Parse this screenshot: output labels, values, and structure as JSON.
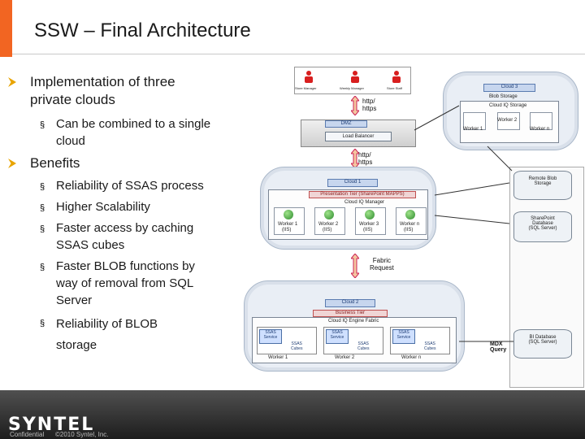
{
  "slide": {
    "title": "SSW – Final Architecture",
    "bullets": [
      {
        "text_line1": "Implementation of three",
        "text_line2": "private clouds",
        "sub": [
          {
            "line1": "Can be combined to a single",
            "line2": "cloud"
          }
        ]
      },
      {
        "text": "Benefits",
        "sub": [
          {
            "lines": [
              "Reliability of SSAS process"
            ]
          },
          {
            "lines": [
              "Higher Scalability"
            ]
          },
          {
            "lines": [
              "Faster access by caching",
              "SSAS cubes"
            ]
          },
          {
            "lines": [
              "Faster BLOB functions by",
              "way of removal from SQL",
              "Server"
            ]
          },
          {
            "lines": [
              "Reliability of BLOB",
              "storage"
            ]
          }
        ]
      }
    ]
  },
  "diagram": {
    "users": [
      "Store Manager",
      "Weekly Manager",
      "Store Staff"
    ],
    "http1": [
      "http/",
      "https"
    ],
    "http2": [
      "http/",
      "https"
    ],
    "dmz": "DMZ",
    "load_balancer": "Load Balancer",
    "cloud3": {
      "label": "Cloud 3",
      "blob": "Blob Storage",
      "storage": "Cloud IQ Storage",
      "worker1": "Worker 1",
      "worker2": "Worker 2",
      "workern": "Worker n"
    },
    "cloud1": {
      "label": "Cloud 1",
      "tier": "Presentation Tier (SharePoint MAPPS)",
      "manager": "Cloud IQ Manager",
      "workers": [
        "Worker 1",
        "Worker 2",
        "Worker 3",
        "Worker n"
      ],
      "iis": "(IIS)"
    },
    "fabric_request": [
      "Fabric",
      "Request"
    ],
    "cloud2": {
      "label": "Cloud 2",
      "tier": "Business Tier",
      "fabric": "Cloud IQ Engine Fabric",
      "ssas_service": [
        "SSAS",
        "Service"
      ],
      "ssas_cubes": [
        "SSAS",
        "Cubes"
      ],
      "workers": [
        "Worker 1",
        "Worker 2",
        "Worker n"
      ]
    },
    "remote_blob": [
      "Remote Blob",
      "Storage"
    ],
    "sharepoint_db": [
      "SharePoint",
      "Database",
      "(SQL Server)"
    ],
    "bi_db": [
      "BI Database",
      "(SQL Server)"
    ],
    "mdx": [
      "MDX",
      "Query"
    ]
  },
  "footer": {
    "logo": "SYNTEL",
    "confidential": "Confidential",
    "copyright": "©2010 Syntel, Inc."
  }
}
